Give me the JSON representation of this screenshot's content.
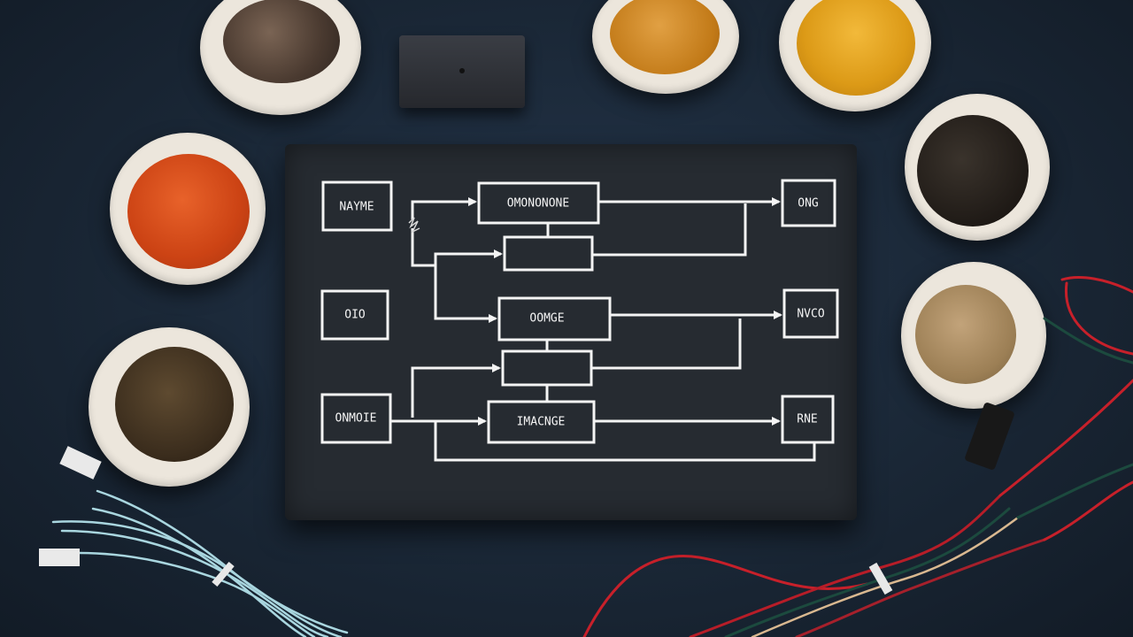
{
  "scene": {
    "bowl_colors": {
      "mixed_peppercorns": "#5b4a3c",
      "orange_spice": "#c9821f",
      "turmeric": "#e0a21a",
      "paprika": "#d14618",
      "black_pepper": "#26211c",
      "coriander_seeds": "#a88a5e",
      "allspice": "#4a3a26"
    },
    "wire_colors": {
      "light_blue": "#a9d6df",
      "red": "#c7202a",
      "dark_green": "#1c4a3e"
    }
  },
  "diagram": {
    "labels": {
      "top_left": "NAYME",
      "top_center": "OMONONONE",
      "top_right": "ONG",
      "mid_left": "OIO",
      "mid_center": "OOMGE",
      "mid_right": "NVCO",
      "bottom_left": "ONMOIE",
      "bottom_center": "IMACNGE",
      "bottom_right": "RNE"
    },
    "stroke_color": "#f4f4f4"
  }
}
